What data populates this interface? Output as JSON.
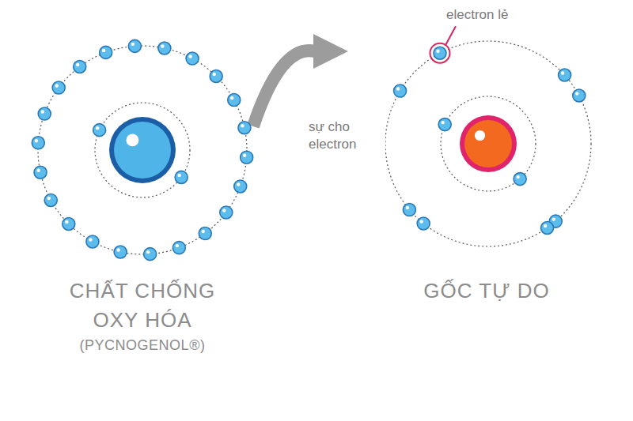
{
  "diagram": {
    "nodes": [
      {
        "text": [
          "CHẤT CHỐNG OXY HÓA",
          "(PYCNOGENOL®)"
        ]
      },
      {
        "text": [
          "GỐC TỰ DO"
        ]
      }
    ],
    "edges": [
      {
        "from": 0,
        "to": 1,
        "arrow": "to",
        "label": "sự cho electron"
      }
    ],
    "labels": [
      "electron lẻ"
    ]
  }
}
